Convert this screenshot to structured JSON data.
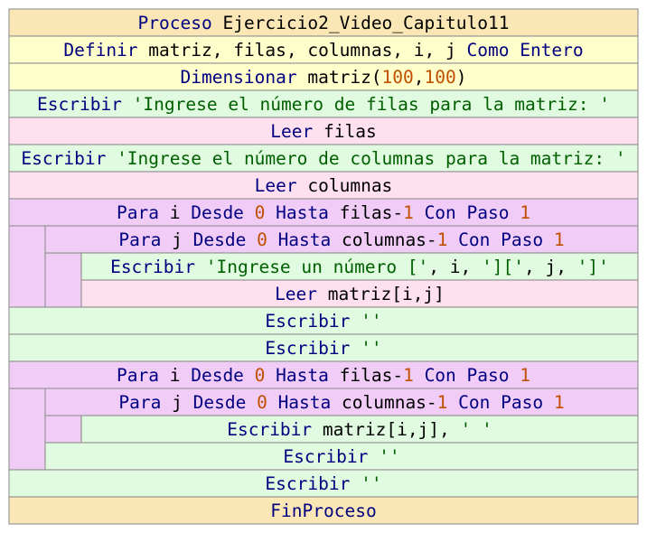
{
  "colors": {
    "proceso": "#fbe7b5",
    "definir": "#ffffcc",
    "escribir": "#e0fbe0",
    "leer": "#ffe0ee",
    "para": "#f0ccf7",
    "border": "#9a9a9a",
    "keyword": "#000080",
    "text": "#000000",
    "number": "#c05000",
    "string": "#006000"
  },
  "rows": [
    {
      "id": "proceso-header",
      "kind": "proceso",
      "level": 0,
      "parts": [
        [
          "k",
          "Proceso"
        ],
        [
          "t",
          " Ejercicio2_Video_Capitulo11"
        ]
      ]
    },
    {
      "id": "definir",
      "kind": "definir",
      "level": 0,
      "parts": [
        [
          "k",
          "Definir"
        ],
        [
          "t",
          " matriz, filas, columnas, i, j "
        ],
        [
          "k",
          "Como Entero"
        ]
      ]
    },
    {
      "id": "dimensionar",
      "kind": "definir",
      "level": 0,
      "parts": [
        [
          "k",
          "Dimensionar"
        ],
        [
          "t",
          " matriz("
        ],
        [
          "n",
          "100"
        ],
        [
          "t",
          ","
        ],
        [
          "n",
          "100"
        ],
        [
          "t",
          ")"
        ]
      ]
    },
    {
      "id": "escribir-filas",
      "kind": "escribir",
      "level": 0,
      "parts": [
        [
          "k",
          "Escribir"
        ],
        [
          "t",
          " "
        ],
        [
          "s",
          "'Ingrese el número de filas para la matriz: '"
        ]
      ]
    },
    {
      "id": "leer-filas",
      "kind": "leer",
      "level": 0,
      "parts": [
        [
          "k",
          "Leer"
        ],
        [
          "t",
          " filas"
        ]
      ]
    },
    {
      "id": "escribir-columnas",
      "kind": "escribir",
      "level": 0,
      "parts": [
        [
          "k",
          "Escribir"
        ],
        [
          "t",
          " "
        ],
        [
          "s",
          "'Ingrese el número de columnas para la matriz: '"
        ]
      ]
    },
    {
      "id": "leer-columnas",
      "kind": "leer",
      "level": 0,
      "parts": [
        [
          "k",
          "Leer"
        ],
        [
          "t",
          " columnas"
        ]
      ]
    },
    {
      "id": "para-i-1",
      "kind": "para",
      "level": 0,
      "parts": [
        [
          "k",
          "Para"
        ],
        [
          "t",
          " i "
        ],
        [
          "k",
          "Desde"
        ],
        [
          "t",
          " "
        ],
        [
          "n",
          "0"
        ],
        [
          "t",
          " "
        ],
        [
          "k",
          "Hasta"
        ],
        [
          "t",
          " filas-"
        ],
        [
          "n",
          "1"
        ],
        [
          "t",
          " "
        ],
        [
          "k",
          "Con Paso"
        ],
        [
          "t",
          " "
        ],
        [
          "n",
          "1"
        ]
      ]
    },
    {
      "id": "para-j-1",
      "kind": "para",
      "level": 1,
      "parts": [
        [
          "k",
          "Para"
        ],
        [
          "t",
          " j "
        ],
        [
          "k",
          "Desde"
        ],
        [
          "t",
          " "
        ],
        [
          "n",
          "0"
        ],
        [
          "t",
          " "
        ],
        [
          "k",
          "Hasta"
        ],
        [
          "t",
          " columnas-"
        ],
        [
          "n",
          "1"
        ],
        [
          "t",
          " "
        ],
        [
          "k",
          "Con Paso"
        ],
        [
          "t",
          " "
        ],
        [
          "n",
          "1"
        ]
      ]
    },
    {
      "id": "escribir-ingrese-numero",
      "kind": "escribir",
      "level": 2,
      "parts": [
        [
          "k",
          "Escribir"
        ],
        [
          "t",
          " "
        ],
        [
          "s",
          "'Ingrese un número ['"
        ],
        [
          "t",
          ", i, "
        ],
        [
          "s",
          "']['"
        ],
        [
          "t",
          ", j, "
        ],
        [
          "s",
          "']'"
        ]
      ]
    },
    {
      "id": "leer-matriz",
      "kind": "leer",
      "level": 2,
      "parts": [
        [
          "k",
          "Leer"
        ],
        [
          "t",
          " matriz[i,j]"
        ]
      ]
    },
    {
      "id": "escribir-vacio-1",
      "kind": "escribir",
      "level": 0,
      "parts": [
        [
          "k",
          "Escribir"
        ],
        [
          "t",
          " "
        ],
        [
          "s",
          "''"
        ]
      ]
    },
    {
      "id": "escribir-vacio-2",
      "kind": "escribir",
      "level": 0,
      "parts": [
        [
          "k",
          "Escribir"
        ],
        [
          "t",
          " "
        ],
        [
          "s",
          "''"
        ]
      ]
    },
    {
      "id": "para-i-2",
      "kind": "para",
      "level": 0,
      "parts": [
        [
          "k",
          "Para"
        ],
        [
          "t",
          " i "
        ],
        [
          "k",
          "Desde"
        ],
        [
          "t",
          " "
        ],
        [
          "n",
          "0"
        ],
        [
          "t",
          " "
        ],
        [
          "k",
          "Hasta"
        ],
        [
          "t",
          " filas-"
        ],
        [
          "n",
          "1"
        ],
        [
          "t",
          " "
        ],
        [
          "k",
          "Con Paso"
        ],
        [
          "t",
          " "
        ],
        [
          "n",
          "1"
        ]
      ]
    },
    {
      "id": "para-j-2",
      "kind": "para",
      "level": 1,
      "parts": [
        [
          "k",
          "Para"
        ],
        [
          "t",
          " j "
        ],
        [
          "k",
          "Desde"
        ],
        [
          "t",
          " "
        ],
        [
          "n",
          "0"
        ],
        [
          "t",
          " "
        ],
        [
          "k",
          "Hasta"
        ],
        [
          "t",
          " columnas-"
        ],
        [
          "n",
          "1"
        ],
        [
          "t",
          " "
        ],
        [
          "k",
          "Con Paso"
        ],
        [
          "t",
          " "
        ],
        [
          "n",
          "1"
        ]
      ]
    },
    {
      "id": "escribir-matriz",
      "kind": "escribir",
      "level": 2,
      "parts": [
        [
          "k",
          "Escribir"
        ],
        [
          "t",
          " matriz[i,j], "
        ],
        [
          "s",
          "' '"
        ]
      ]
    },
    {
      "id": "escribir-vacio-3",
      "kind": "escribir",
      "level": 1,
      "parts": [
        [
          "k",
          "Escribir"
        ],
        [
          "t",
          " "
        ],
        [
          "s",
          "''"
        ]
      ]
    },
    {
      "id": "escribir-vacio-4",
      "kind": "escribir",
      "level": 0,
      "parts": [
        [
          "k",
          "Escribir"
        ],
        [
          "t",
          " "
        ],
        [
          "s",
          "''"
        ]
      ]
    },
    {
      "id": "fin-proceso",
      "kind": "proceso",
      "level": 0,
      "parts": [
        [
          "k",
          "FinProceso"
        ]
      ]
    }
  ],
  "loops": [
    {
      "id": "para-i-1-body",
      "level": 0,
      "from": 8,
      "to": 10
    },
    {
      "id": "para-j-1-body",
      "level": 1,
      "from": 9,
      "to": 10
    },
    {
      "id": "para-i-2-body",
      "level": 0,
      "from": 14,
      "to": 16
    },
    {
      "id": "para-j-2-body",
      "level": 1,
      "from": 15,
      "to": 15
    }
  ]
}
